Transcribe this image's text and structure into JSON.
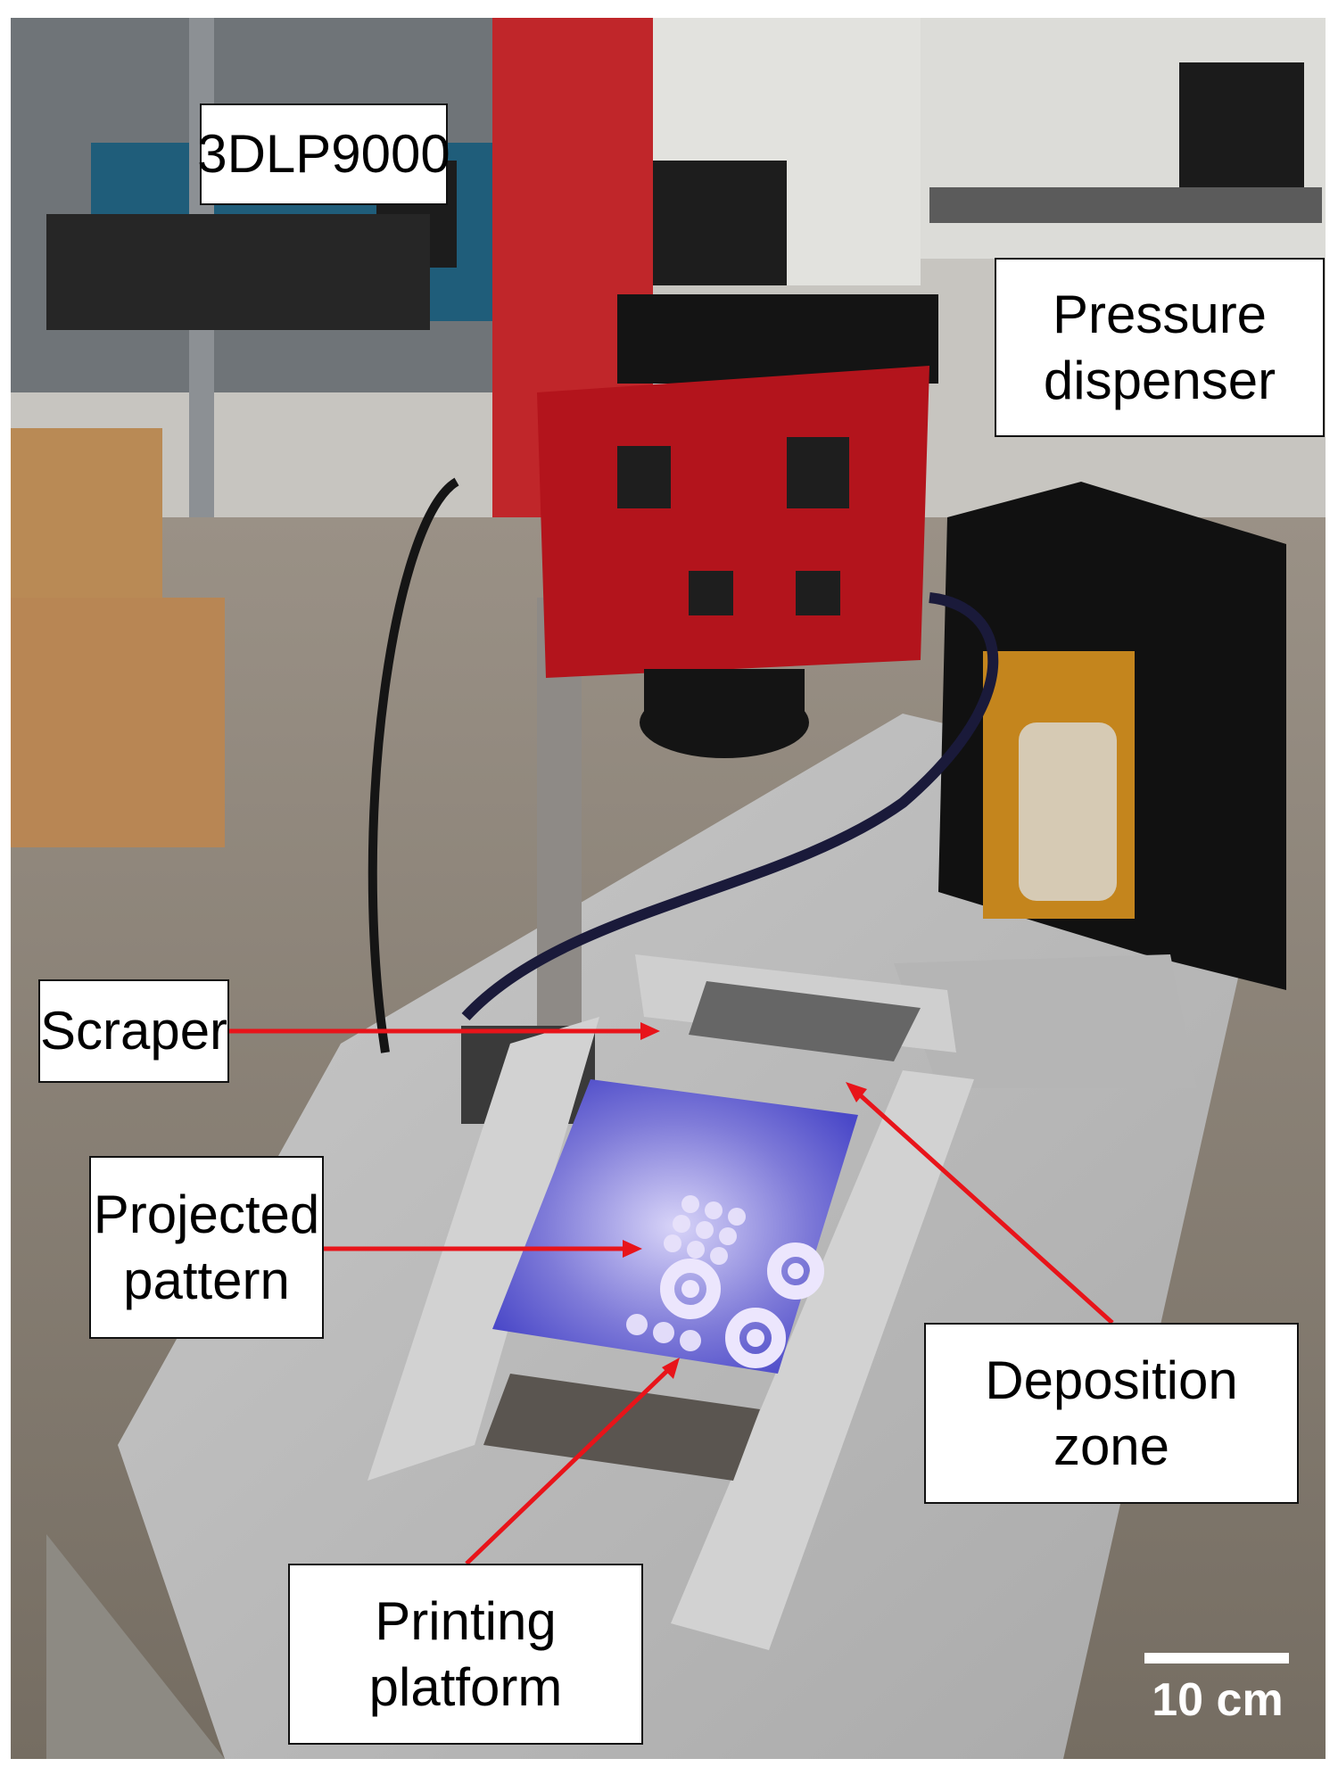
{
  "figure": {
    "labels": {
      "projector": "3DLP9000",
      "dispenser": [
        "Pressure",
        "dispenser"
      ],
      "scraper": "Scraper",
      "pattern": [
        "Projected",
        "pattern"
      ],
      "deposition": [
        "Deposition",
        "zone"
      ],
      "platform": [
        "Printing",
        "platform"
      ]
    },
    "scale_bar": {
      "label": "10 cm"
    },
    "colors": {
      "arrow": "#e8141a",
      "uv_light": "#5a5cf0",
      "pcb": "#b3141c",
      "label_bg": "#ffffff",
      "label_border": "#111111"
    }
  }
}
